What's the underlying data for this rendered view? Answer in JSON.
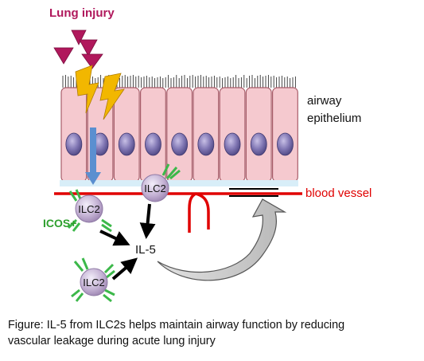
{
  "labels": {
    "lung_injury": "Lung injury",
    "airway_line1": "airway",
    "airway_line2": "epithelium",
    "blood_vessel": "blood vessel",
    "icos": "ICOS+",
    "il5": "IL-5",
    "ilc2": "ILC2"
  },
  "caption": {
    "line1": "Figure: IL-5 from ILC2s helps maintain airway function by reducing",
    "line2": "vascular leakage during acute lung injury"
  },
  "colors": {
    "injury": "#b0185c",
    "cell_fill": "#f5c9cf",
    "cell_stroke": "#a85d6a",
    "nucleus": "#7a6ea8",
    "lightning": "#f2b700",
    "vessel": "#e00000",
    "icos": "#2e9f2e",
    "receptor": "#3cb84a",
    "arrow_blue": "#5b8fd0",
    "ilc2_fill": "#b9a3c9"
  },
  "icons": [
    "triangle-icon",
    "lightning-icon",
    "cell-icon",
    "receptor-icon",
    "curved-arrow-icon"
  ]
}
